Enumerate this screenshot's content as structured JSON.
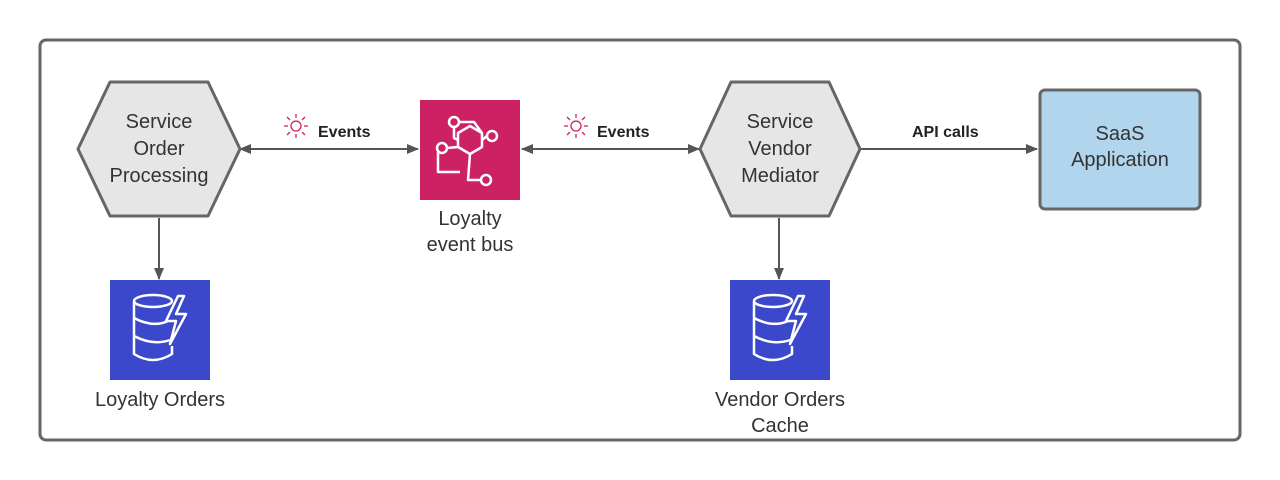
{
  "nodes": {
    "order_processing": {
      "lines": [
        "Service",
        "Order",
        "Processing"
      ]
    },
    "event_bus": {
      "lines": [
        "Loyalty",
        "event bus"
      ]
    },
    "vendor_mediator": {
      "lines": [
        "Service",
        "Vendor",
        "Mediator"
      ]
    },
    "saas": {
      "lines": [
        "SaaS",
        "Application"
      ]
    },
    "loyalty_orders": {
      "lines": [
        "Loyalty Orders"
      ]
    },
    "vendor_cache": {
      "lines": [
        "Vendor Orders",
        "Cache"
      ]
    }
  },
  "edges": {
    "events_left": "Events",
    "events_right": "Events",
    "api_calls": "API calls"
  },
  "colors": {
    "frame": "#666666",
    "hexagon_fill": "#e6e6e6",
    "hexagon_stroke": "#666666",
    "eventbridge": "#cc2264",
    "dynamodb": "#3b48cc",
    "saas_fill": "#b2d5ee",
    "saas_stroke": "#666666",
    "arrow": "#555555",
    "event_glyph": "#cc2264"
  },
  "icons": {
    "event_bus": "eventbridge-icon",
    "loyalty_orders": "dynamodb-icon",
    "vendor_cache": "dynamodb-icon",
    "event_marker": "sun-burst-icon"
  }
}
